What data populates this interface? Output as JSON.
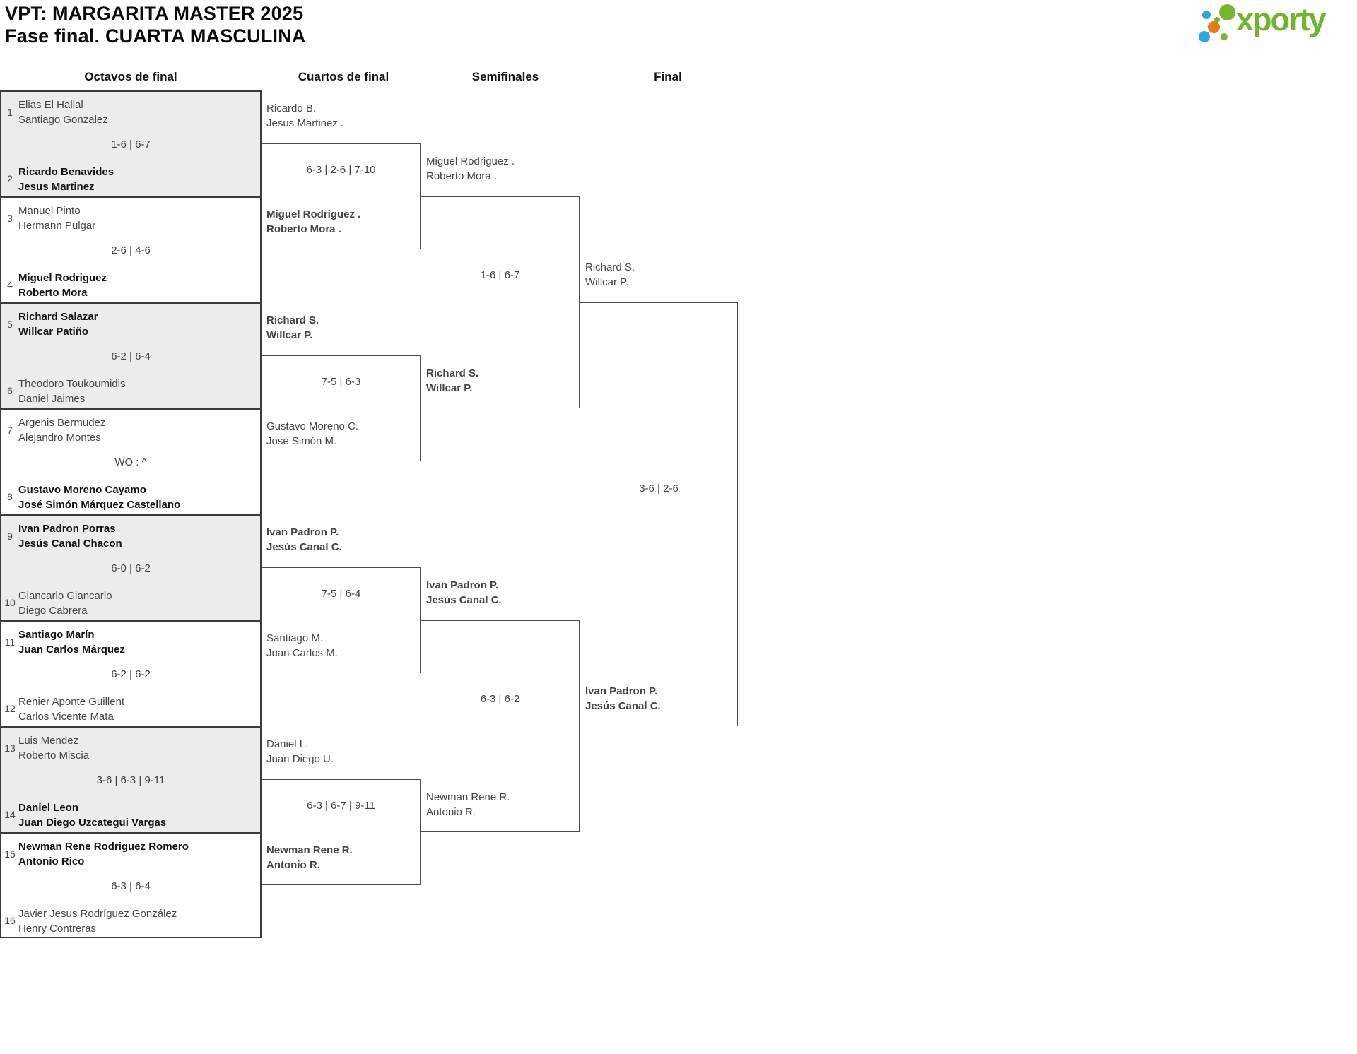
{
  "title": {
    "line1": "VPT: MARGARITA MASTER 2025",
    "line2": "Fase final. CUARTA MASCULINA"
  },
  "logo": {
    "text": "xporty",
    "green": "#74b72d",
    "blue": "#2aa9e0",
    "orange": "#e87a12"
  },
  "round_headers": [
    "Octavos de final",
    "Cuartos de final",
    "Semifinales",
    "Final"
  ],
  "octavos": [
    {
      "seed_top": "1",
      "team_top": [
        "Elias El Hallal",
        "Santiago Gonzalez"
      ],
      "top_winner": false,
      "score": "1-6 | 6-7",
      "seed_bottom": "2",
      "team_bottom": [
        "Ricardo Benavides",
        "Jesus Martinez"
      ],
      "bottom_winner": true
    },
    {
      "seed_top": "3",
      "team_top": [
        "Manuel Pinto",
        "Hermann Pulgar"
      ],
      "top_winner": false,
      "score": "2-6 | 4-6",
      "seed_bottom": "4",
      "team_bottom": [
        "Miguel Rodriguez",
        "Roberto Mora"
      ],
      "bottom_winner": true
    },
    {
      "seed_top": "5",
      "team_top": [
        "Richard Salazar",
        "Willcar Patiño"
      ],
      "top_winner": true,
      "score": "6-2 | 6-4",
      "seed_bottom": "6",
      "team_bottom": [
        "Theodoro Toukoumidis",
        "Daniel Jaimes"
      ],
      "bottom_winner": false
    },
    {
      "seed_top": "7",
      "team_top": [
        "Argenis Bermudez",
        "Alejandro Montes"
      ],
      "top_winner": false,
      "score": "WO : ^",
      "seed_bottom": "8",
      "team_bottom": [
        "Gustavo Moreno Cayamo",
        "José Simón Márquez Castellano"
      ],
      "bottom_winner": true
    },
    {
      "seed_top": "9",
      "team_top": [
        "Ivan Padron Porras",
        "Jesús Canal Chacon"
      ],
      "top_winner": true,
      "score": "6-0 | 6-2",
      "seed_bottom": "10",
      "team_bottom": [
        "Giancarlo Giancarlo",
        "Diego Cabrera"
      ],
      "bottom_winner": false
    },
    {
      "seed_top": "11",
      "team_top": [
        "Santiago Marín",
        "Juan Carlos Márquez"
      ],
      "top_winner": true,
      "score": "6-2 | 6-2",
      "seed_bottom": "12",
      "team_bottom": [
        "Renier Aponte Guillent",
        "Carlos Vicente Mata"
      ],
      "bottom_winner": false
    },
    {
      "seed_top": "13",
      "team_top": [
        "Luis Mendez",
        "Roberto Miscia"
      ],
      "top_winner": false,
      "score": "3-6 | 6-3 | 9-11",
      "seed_bottom": "14",
      "team_bottom": [
        "Daniel Leon",
        "Juan Diego Uzcategui Vargas"
      ],
      "bottom_winner": true
    },
    {
      "seed_top": "15",
      "team_top": [
        "Newman Rene Rodriguez Romero",
        "Antonio Rico"
      ],
      "top_winner": true,
      "score": "6-3 | 6-4",
      "seed_bottom": "16",
      "team_bottom": [
        "Javier Jesus Rodríguez González",
        "Henry Contreras"
      ],
      "bottom_winner": false
    }
  ],
  "cuartos": [
    {
      "top": {
        "lines": [
          "Ricardo B.",
          "Jesus Martinez ."
        ],
        "winner": false
      },
      "score": "6-3 | 2-6 | 7-10",
      "bottom": {
        "lines": [
          "Miguel Rodriguez .",
          "Roberto Mora ."
        ],
        "winner": true
      }
    },
    {
      "top": {
        "lines": [
          "Richard S.",
          "Willcar P."
        ],
        "winner": true
      },
      "score": "7-5 | 6-3",
      "bottom": {
        "lines": [
          "Gustavo Moreno C.",
          "José Simón M."
        ],
        "winner": false
      }
    },
    {
      "top": {
        "lines": [
          "Ivan Padron P.",
          "Jesús Canal C."
        ],
        "winner": true
      },
      "score": "7-5 | 6-4",
      "bottom": {
        "lines": [
          "Santiago M.",
          "Juan Carlos M."
        ],
        "winner": false
      }
    },
    {
      "top": {
        "lines": [
          "Daniel L.",
          "Juan Diego U."
        ],
        "winner": false
      },
      "score": "6-3 | 6-7 | 9-11",
      "bottom": {
        "lines": [
          "Newman Rene R.",
          "Antonio R."
        ],
        "winner": true
      }
    }
  ],
  "semifinales": [
    {
      "top": {
        "lines": [
          "Miguel Rodriguez .",
          "Roberto Mora ."
        ],
        "winner": false
      },
      "score": "1-6 | 6-7",
      "bottom": {
        "lines": [
          "Richard S.",
          "Willcar P."
        ],
        "winner": true
      }
    },
    {
      "top": {
        "lines": [
          "Ivan Padron P.",
          "Jesús Canal C."
        ],
        "winner": true
      },
      "score": "6-3 | 6-2",
      "bottom": {
        "lines": [
          "Newman Rene R.",
          "Antonio R."
        ],
        "winner": false
      }
    }
  ],
  "final": {
    "top": {
      "lines": [
        "Richard S.",
        "Willcar P."
      ],
      "winner": false
    },
    "score": "3-6 | 2-6",
    "bottom": {
      "lines": [
        "Ivan Padron P.",
        "Jesús Canal C."
      ],
      "winner": true
    }
  }
}
